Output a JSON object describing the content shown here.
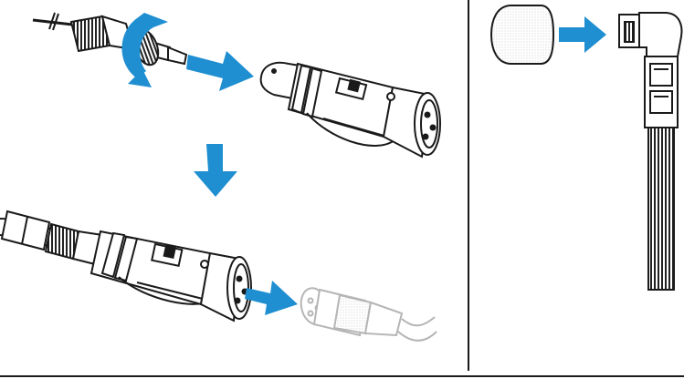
{
  "colors": {
    "background": "#ffffff",
    "line": "#1a1a1a",
    "accent_arrow": "#1f8fd1",
    "faded": "#b5b5b5"
  },
  "panels": {
    "left": {
      "steps": [
        {
          "id": "jack-lock",
          "description_icon": "locking-ring-rotate"
        },
        {
          "id": "adapter",
          "description_icon": "xlr-adapter"
        },
        {
          "id": "connected",
          "description_icon": "xlr-output"
        }
      ]
    },
    "right": {
      "items": [
        {
          "id": "foam-windscreen",
          "description_icon": "windscreen"
        },
        {
          "id": "gooseneck-mic",
          "description_icon": "gooseneck-microphone"
        }
      ]
    }
  },
  "arrows": [
    "right",
    "down",
    "right",
    "right"
  ]
}
